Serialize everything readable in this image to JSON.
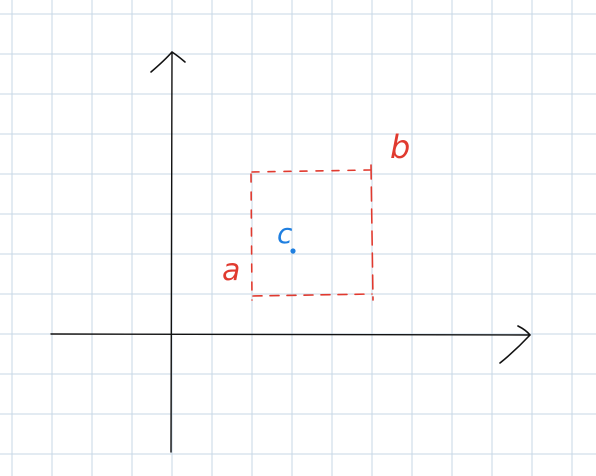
{
  "labels": {
    "corner_a": "a",
    "corner_b": "b",
    "center_c": "c"
  },
  "colors": {
    "background": "#ffffff",
    "grid": "#c7d7e6",
    "axes": "#111111",
    "rectangle": "#e03a2f",
    "corner_labels": "#e03a2f",
    "center_label": "#1f7fe0"
  }
}
